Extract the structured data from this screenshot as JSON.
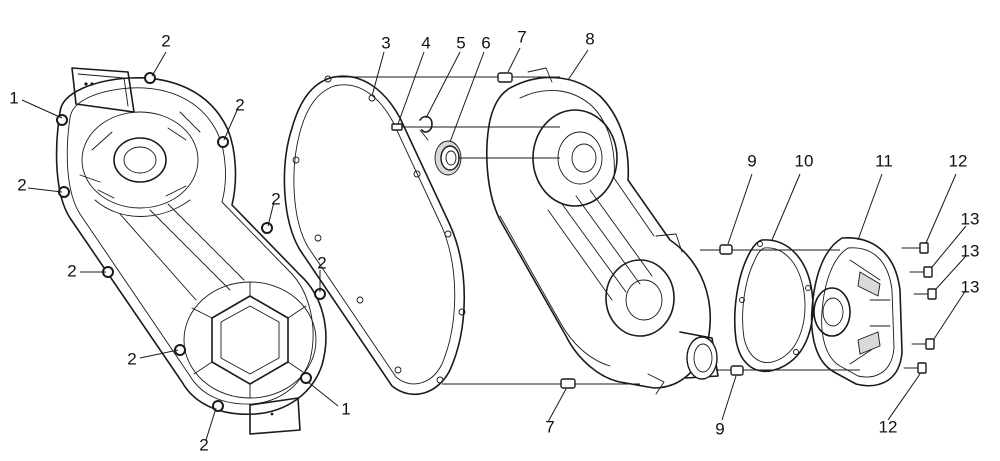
{
  "callouts": {
    "c1a": "1",
    "c1b": "1",
    "c2a": "2",
    "c2b": "2",
    "c2c": "2",
    "c2d": "2",
    "c2e": "2",
    "c2f": "2",
    "c2g": "2",
    "c2h": "2",
    "c3": "3",
    "c4": "4",
    "c5": "5",
    "c6": "6",
    "c7a": "7",
    "c7b": "7",
    "c8": "8",
    "c9a": "9",
    "c9b": "9",
    "c10": "10",
    "c11": "11",
    "c12a": "12",
    "c12b": "12",
    "c13a": "13",
    "c13b": "13",
    "c13c": "13"
  }
}
